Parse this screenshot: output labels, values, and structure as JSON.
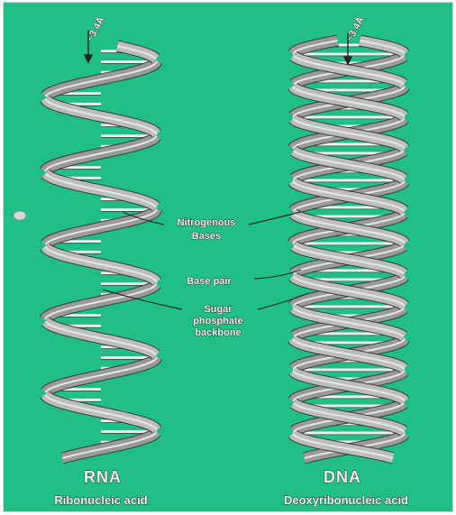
{
  "labels": {
    "rna_width": "~3.4Å",
    "dna_width": "~3.4Å",
    "nitrogenous_1": "Nitrogenous",
    "nitrogenous_2": "Bases",
    "base_pair": "Base pair",
    "sugar_1": "Sugar",
    "sugar_2": "phosphate",
    "sugar_3": "backbone",
    "rna": "RNA",
    "rna_full": "Ribonucleic acid",
    "dna": "DNA",
    "dna_full": "Deoxyribonucleic acid"
  },
  "colors": {
    "background": "#1fbf86",
    "strand": "#bdbdbd",
    "outline": "#3a3a3a",
    "rung": "#f2f2f2"
  }
}
